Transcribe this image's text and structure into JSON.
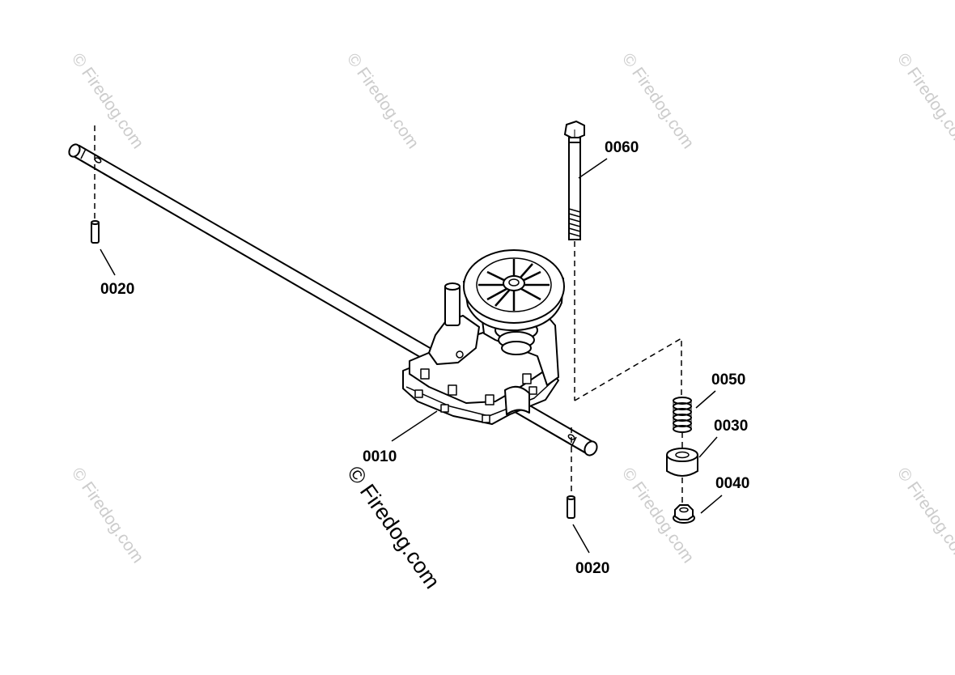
{
  "watermark": "© Firedog.com",
  "callouts": {
    "part_0060": "0060",
    "part_0020_top": "0020",
    "part_0050": "0050",
    "part_0030": "0030",
    "part_0040": "0040",
    "part_0010": "0010",
    "part_0020_bottom": "0020"
  },
  "colors": {
    "line": "#000000",
    "watermark": "#cccccc",
    "background": "#ffffff"
  }
}
